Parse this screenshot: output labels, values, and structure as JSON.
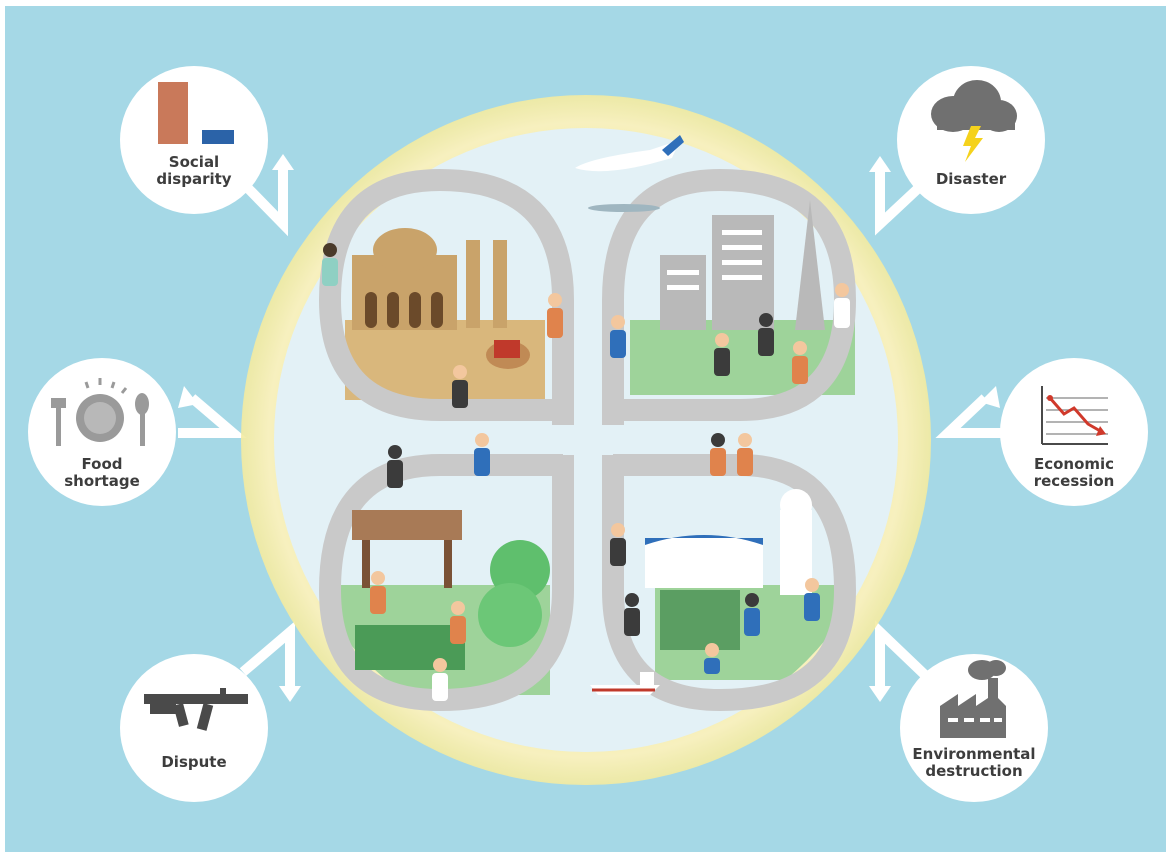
{
  "colors": {
    "background": "#a5d8e6",
    "glow": "#f4eba0",
    "globe": "#e3f1f6",
    "road": "#c9c9c9",
    "ground_green": "#9ed39a",
    "sand": "#d9b77c",
    "building_gray": "#b9b9b9",
    "arrow_white": "#ffffff",
    "label_text": "#3d3d3d",
    "bar_orange": "#c9795a",
    "bar_blue": "#2b63a8",
    "lightning": "#f5d21c"
  },
  "risks": {
    "social_disparity": {
      "label": "Social\ndisparity",
      "icon": "bar-chart-icon"
    },
    "disaster": {
      "label": "Disaster",
      "icon": "storm-cloud-icon"
    },
    "food_shortage": {
      "label": "Food\nshortage",
      "icon": "empty-plate-icon"
    },
    "economic_recession": {
      "label": "Economic\nrecession",
      "icon": "falling-graph-icon"
    },
    "dispute": {
      "label": "Dispute",
      "icon": "rifle-icon"
    },
    "environmental_destruction": {
      "label": "Environmental\ndestruction",
      "icon": "factory-icon"
    }
  },
  "scene": {
    "quadrants": [
      "historic-town",
      "modern-city",
      "farm-village",
      "coastal-industry"
    ],
    "vehicles": [
      "airplane",
      "boat"
    ]
  }
}
